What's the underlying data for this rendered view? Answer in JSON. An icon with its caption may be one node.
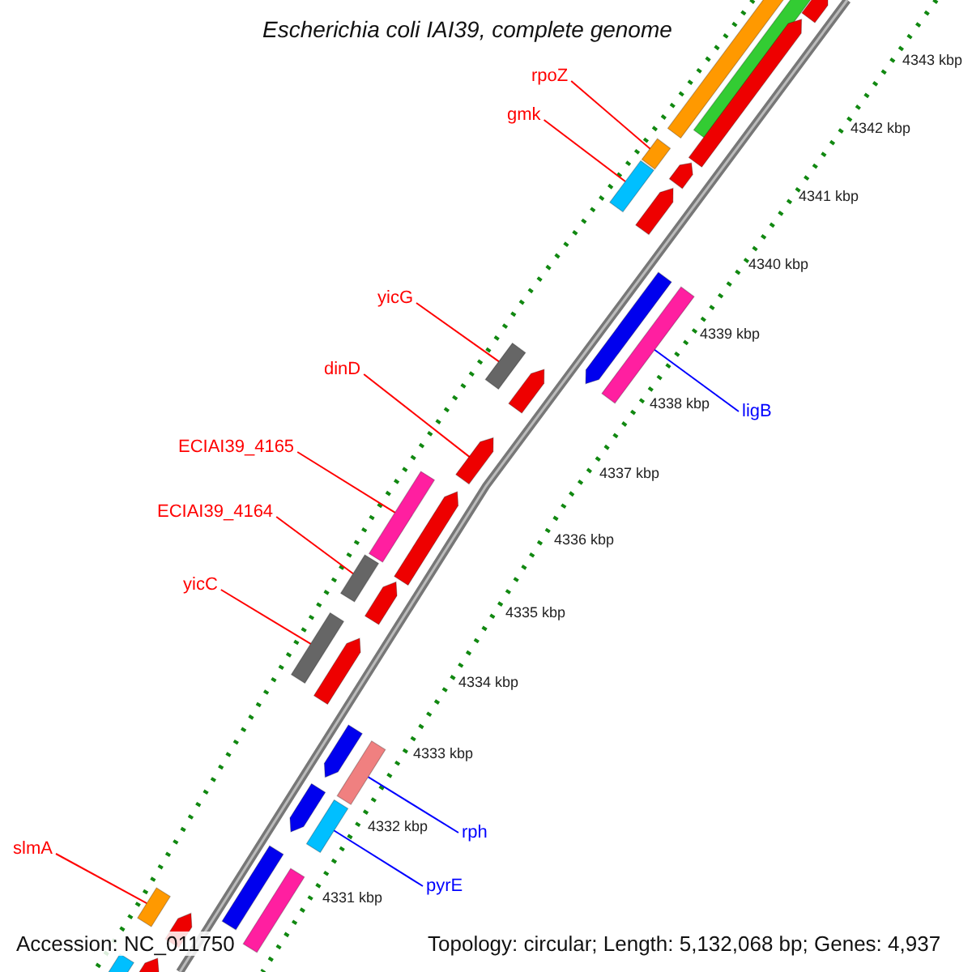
{
  "diagram": {
    "title": "Escherichia coli IAI39, complete genome",
    "nodes": [
      {
        "text": [
          "rpoZ"
        ]
      },
      {
        "text": [],
        "shape": "bar"
      },
      {
        "text": [
          "gmk"
        ]
      },
      {
        "text": [],
        "shape": "bar"
      },
      {
        "text": [
          "yicG"
        ]
      },
      {
        "text": [],
        "shape": "bar"
      },
      {
        "text": [
          "dinD"
        ]
      },
      {
        "text": [],
        "shape": "bar"
      },
      {
        "text": [
          "ligB"
        ]
      },
      {
        "text": [],
        "shape": "bar"
      },
      {
        "text": [
          "ECIAI39_4165"
        ]
      },
      {
        "text": [],
        "shape": "bar"
      },
      {
        "text": [
          "ECIAI39_4164"
        ]
      },
      {
        "text": [],
        "shape": "bar"
      },
      {
        "text": [
          "yicC"
        ]
      },
      {
        "text": [],
        "shape": "bar"
      },
      {
        "text": [
          "rph"
        ]
      },
      {
        "text": [],
        "shape": "bar"
      },
      {
        "text": [
          "pyrE"
        ]
      },
      {
        "text": [],
        "shape": "bar"
      },
      {
        "text": [
          "slmA"
        ]
      },
      {
        "text": [],
        "shape": "bar"
      }
    ],
    "edges": [
      {
        "from": 0,
        "to": 1,
        "arrow": "none"
      },
      {
        "from": 2,
        "to": 3,
        "arrow": "none"
      },
      {
        "from": 4,
        "to": 5,
        "arrow": "none"
      },
      {
        "from": 6,
        "to": 7,
        "arrow": "none"
      },
      {
        "from": 8,
        "to": 9,
        "arrow": "none",
        "color": "#0000ff"
      },
      {
        "from": 10,
        "to": 11,
        "arrow": "none"
      },
      {
        "from": 12,
        "to": 13,
        "arrow": "none"
      },
      {
        "from": 14,
        "to": 15,
        "arrow": "none"
      },
      {
        "from": 16,
        "to": 17,
        "arrow": "none",
        "color": "#0000ff"
      },
      {
        "from": 18,
        "to": 19,
        "arrow": "none",
        "color": "#0000ff"
      },
      {
        "from": 20,
        "to": 21,
        "arrow": "none"
      }
    ],
    "labels": [
      "4343 kbp",
      "4342 kbp",
      "4341 kbp",
      "4340 kbp",
      "4339 kbp",
      "4338 kbp",
      "4337 kbp",
      "4336 kbp",
      "4335 kbp",
      "4334 kbp",
      "4333 kbp",
      "4332 kbp",
      "4331 kbp",
      "Accession: NC_011750",
      "Topology: circular; Length: 5,132,068 bp; Genes: 4,937"
    ]
  }
}
